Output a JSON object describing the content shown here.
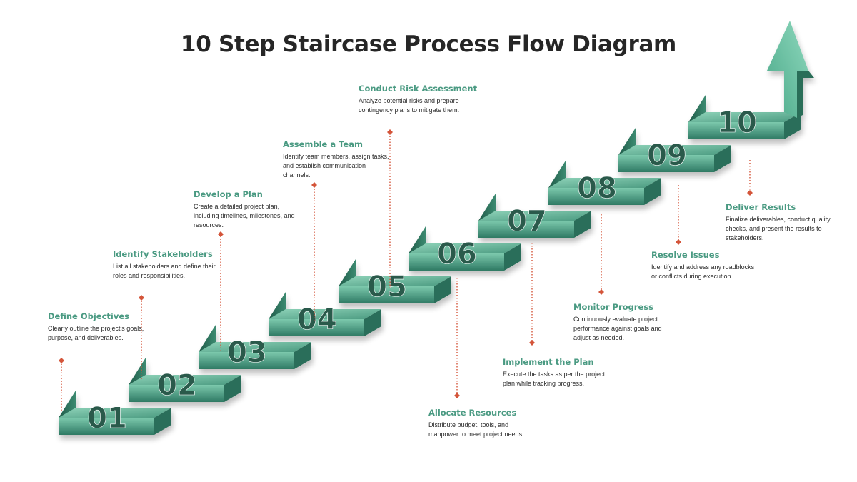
{
  "title": "10 Step Staircase Process Flow Diagram",
  "colors": {
    "title": "#262626",
    "accent": "#4a9a82",
    "riser_light": "#7cc9ad",
    "riser_dark": "#2f7a64",
    "tread_light": "#8fd3b9",
    "tread_dark": "#4a9a80",
    "connector": "#d4553a",
    "number": "#2c5a4c"
  },
  "steps": [
    {
      "number": "01",
      "title": "Define Objectives",
      "description": "Clearly outline the project's goals, purpose, and deliverables."
    },
    {
      "number": "02",
      "title": "Identify Stakeholders",
      "description": "List all stakeholders and define their roles and responsibilities."
    },
    {
      "number": "03",
      "title": "Develop a Plan",
      "description": "Create a detailed project plan, including timelines, milestones, and resources."
    },
    {
      "number": "04",
      "title": "Assemble a Team",
      "description": "Identify team members, assign tasks, and establish communication channels."
    },
    {
      "number": "05",
      "title": "Conduct Risk Assessment",
      "description": "Analyze potential risks and prepare contingency plans to mitigate them."
    },
    {
      "number": "06",
      "title": "Allocate Resources",
      "description": "Distribute budget, tools, and manpower to meet project needs."
    },
    {
      "number": "07",
      "title": "Implement the Plan",
      "description": "Execute the tasks as per the project plan while tracking progress."
    },
    {
      "number": "08",
      "title": "Monitor Progress",
      "description": "Continuously evaluate project performance against goals and adjust as needed."
    },
    {
      "number": "09",
      "title": "Resolve Issues",
      "description": "Identify and address any roadblocks or conflicts during execution."
    },
    {
      "number": "10",
      "title": "Deliver Results",
      "description": "Finalize deliverables, conduct quality checks, and present the results to stakeholders."
    }
  ]
}
